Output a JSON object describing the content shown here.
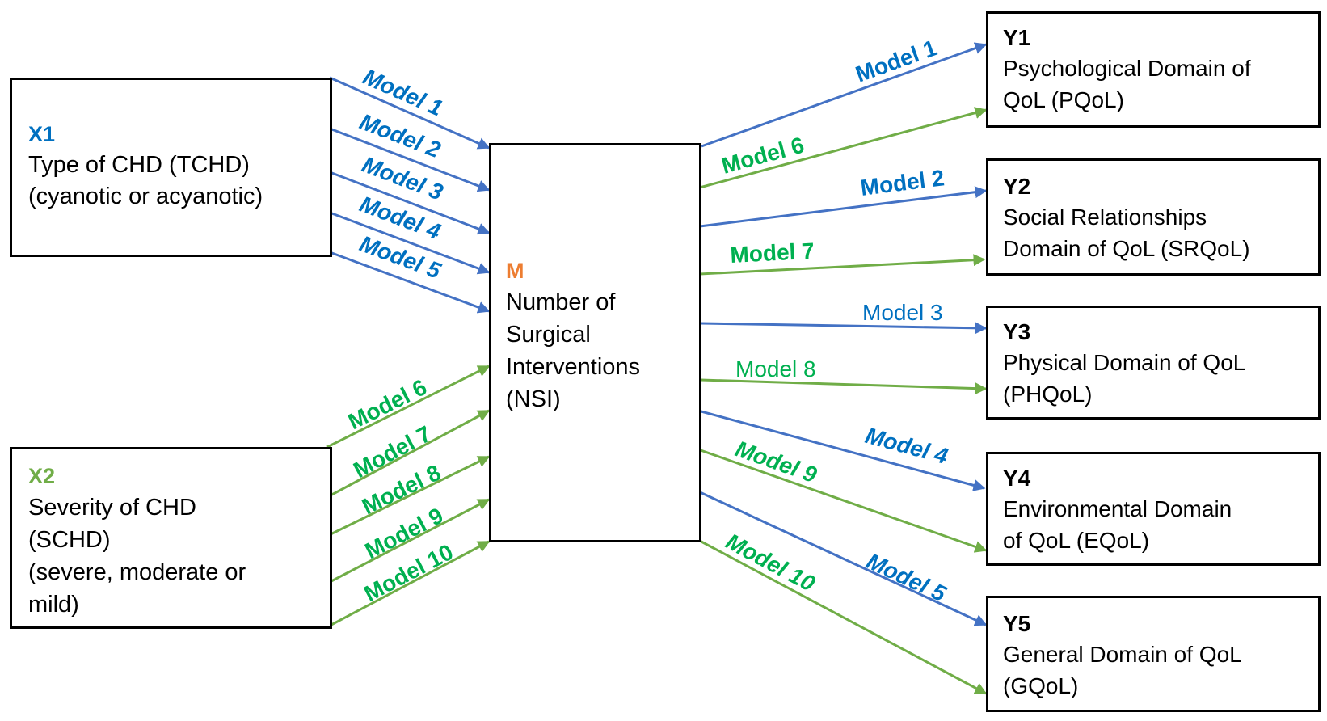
{
  "colors": {
    "blue_line": "#4472C4",
    "blue_text": "#0070C0",
    "green_line": "#70AD47",
    "green_text": "#00B050",
    "orange": "#ED7D31",
    "x1_code": "#0070C0",
    "x2_code": "#70AD47",
    "box_border": "#000000"
  },
  "nodes": {
    "x1": {
      "code": "X1",
      "label": "Type of CHD (TCHD)\n(cyanotic or acyanotic)"
    },
    "x2": {
      "code": "X2",
      "label": "Severity of CHD\n(SCHD)\n(severe, moderate or\nmild)"
    },
    "m": {
      "code": "M",
      "label": "Number of\nSurgical\nInterventions\n(NSI)"
    },
    "y1": {
      "code": "Y1",
      "label": "Psychological Domain of\nQoL (PQoL)"
    },
    "y2": {
      "code": "Y2",
      "label": "Social Relationships\nDomain of QoL (SRQoL)"
    },
    "y3": {
      "code": "Y3",
      "label": "Physical Domain of QoL\n(PHQoL)"
    },
    "y4": {
      "code": "Y4",
      "label": "Environmental Domain\nof QoL (EQoL)"
    },
    "y5": {
      "code": "Y5",
      "label": "General Domain of QoL\n(GQoL)"
    }
  },
  "edges": [
    {
      "id": "x1-m-1",
      "from": "X1",
      "to": "M",
      "label": "Model 1",
      "color": "blue"
    },
    {
      "id": "x1-m-2",
      "from": "X1",
      "to": "M",
      "label": "Model 2",
      "color": "blue"
    },
    {
      "id": "x1-m-3",
      "from": "X1",
      "to": "M",
      "label": "Model 3",
      "color": "blue"
    },
    {
      "id": "x1-m-4",
      "from": "X1",
      "to": "M",
      "label": "Model 4",
      "color": "blue"
    },
    {
      "id": "x1-m-5",
      "from": "X1",
      "to": "M",
      "label": "Model 5",
      "color": "blue"
    },
    {
      "id": "x2-m-6",
      "from": "X2",
      "to": "M",
      "label": "Model 6",
      "color": "green"
    },
    {
      "id": "x2-m-7",
      "from": "X2",
      "to": "M",
      "label": "Model 7",
      "color": "green"
    },
    {
      "id": "x2-m-8",
      "from": "X2",
      "to": "M",
      "label": "Model 8",
      "color": "green"
    },
    {
      "id": "x2-m-9",
      "from": "X2",
      "to": "M",
      "label": "Model 9",
      "color": "green"
    },
    {
      "id": "x2-m-10",
      "from": "X2",
      "to": "M",
      "label": "Model 10",
      "color": "green"
    },
    {
      "id": "m-y1-1",
      "from": "M",
      "to": "Y1",
      "label": "Model 1",
      "color": "blue"
    },
    {
      "id": "m-y1-6",
      "from": "M",
      "to": "Y1",
      "label": "Model 6",
      "color": "green"
    },
    {
      "id": "m-y2-2",
      "from": "M",
      "to": "Y2",
      "label": "Model 2",
      "color": "blue"
    },
    {
      "id": "m-y2-7",
      "from": "M",
      "to": "Y2",
      "label": "Model 7",
      "color": "green"
    },
    {
      "id": "m-y3-3",
      "from": "M",
      "to": "Y3",
      "label": "Model 3",
      "color": "blue"
    },
    {
      "id": "m-y3-8",
      "from": "M",
      "to": "Y3",
      "label": "Model 8",
      "color": "green"
    },
    {
      "id": "m-y4-4",
      "from": "M",
      "to": "Y4",
      "label": "Model 4",
      "color": "blue"
    },
    {
      "id": "m-y4-9",
      "from": "M",
      "to": "Y4",
      "label": "Model 9",
      "color": "green"
    },
    {
      "id": "m-y5-5",
      "from": "M",
      "to": "Y5",
      "label": "Model 5",
      "color": "blue"
    },
    {
      "id": "m-y5-10",
      "from": "M",
      "to": "Y5",
      "label": "Model 10",
      "color": "green"
    }
  ]
}
